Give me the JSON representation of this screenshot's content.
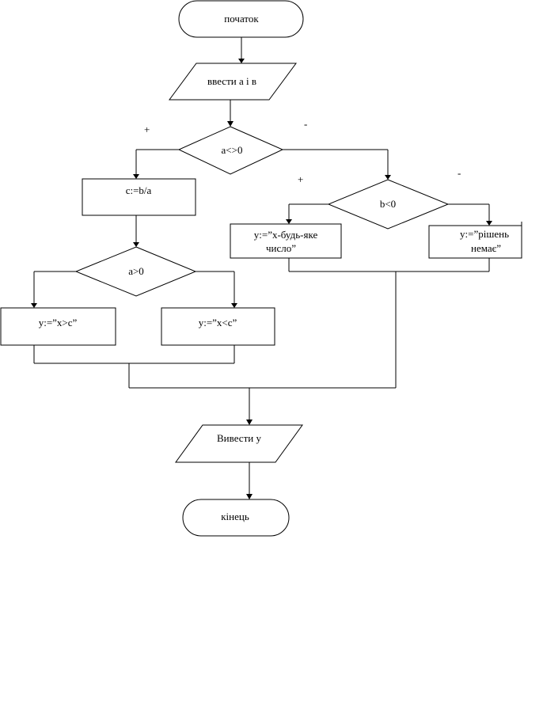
{
  "flowchart": {
    "start": "початок",
    "input": "ввести a і в",
    "cond_a": "a<>0",
    "compute_c": "c:=b/a",
    "cond_a_pos": "a>0",
    "out_gt": "y:=”x>c”",
    "out_lt": "y:=”x<c”",
    "cond_b": "b<0",
    "any_x_line1": "y:=”x-будь-яке",
    "any_x_line2": "число”",
    "no_solution_line1": "y:=”рішень",
    "no_solution_line2": "немає”",
    "output": "Вивести y",
    "end": "кінець",
    "plus_a": "+",
    "minus_a": "-",
    "plus_b": "+",
    "minus_b": "-"
  }
}
